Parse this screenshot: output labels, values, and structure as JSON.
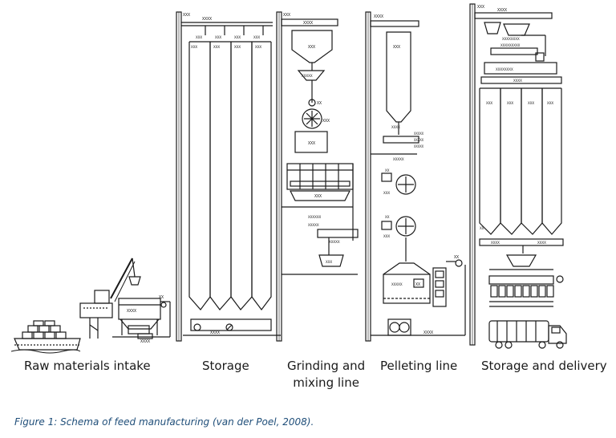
{
  "sections": [
    {
      "id": "intake",
      "label": "Raw materials intake"
    },
    {
      "id": "storage",
      "label": "Storage"
    },
    {
      "id": "grinding",
      "label": "Grinding and",
      "label2": "mixing line"
    },
    {
      "id": "pelleting",
      "label": "Pelleting line"
    },
    {
      "id": "delivery",
      "label": "Storage and delivery"
    }
  ],
  "caption": "Figure 1: Schema of feed manufacturing (van der Poel, 2008).",
  "colors": {
    "ink": "#1a1a1a",
    "caption": "#1f4e79"
  }
}
